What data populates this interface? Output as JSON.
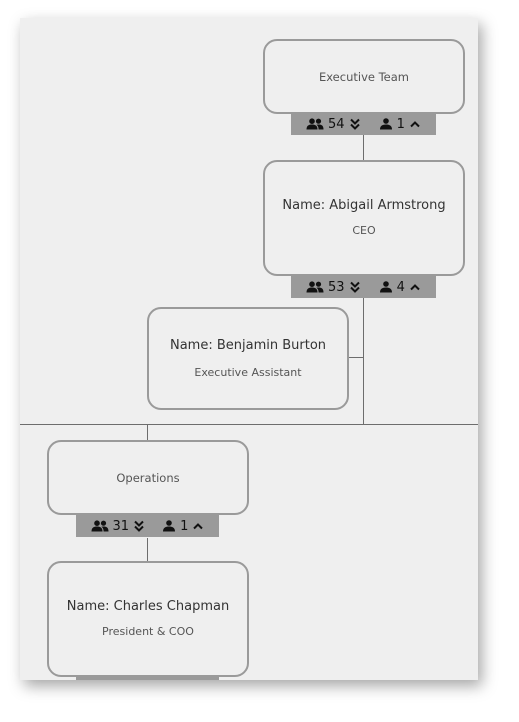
{
  "colors": {
    "canvas": "#efefef",
    "node_border": "#9a9a9a",
    "stat_bar": "#9a9a9a",
    "connector": "#6d6d6d"
  },
  "executive_team": {
    "title": "Executive Team",
    "group_count": "54",
    "direct_count": "1"
  },
  "ceo": {
    "name": "Name: Abigail Armstrong",
    "role": "CEO",
    "group_count": "53",
    "direct_count": "4"
  },
  "assistant": {
    "name": "Name: Benjamin Burton",
    "role": "Executive Assistant"
  },
  "operations": {
    "title": "Operations",
    "group_count": "31",
    "direct_count": "1"
  },
  "coo": {
    "name": "Name: Charles Chapman",
    "role": "President & COO"
  },
  "icons": {
    "group": "group-icon",
    "expand": "double-chevron-down-icon",
    "person": "person-icon",
    "collapse": "chevron-up-icon"
  }
}
